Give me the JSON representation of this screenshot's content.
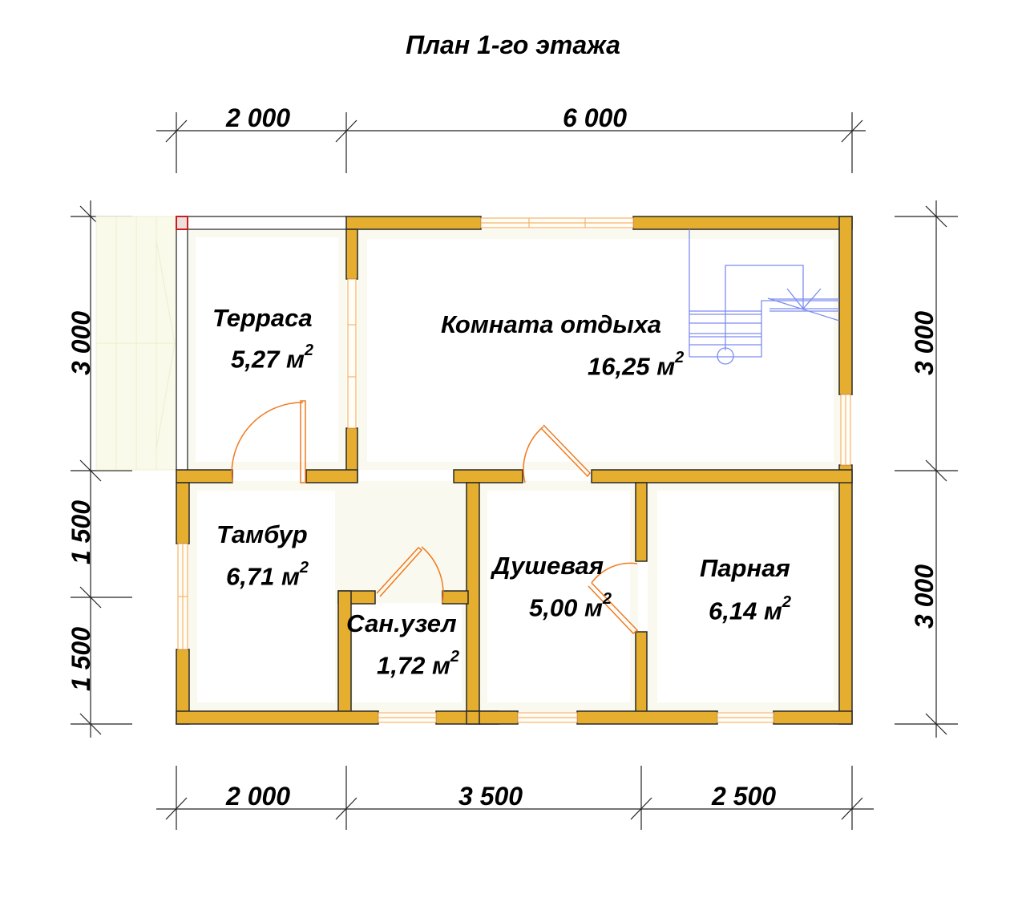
{
  "title": "План 1-го этажа",
  "dimensions": {
    "top": [
      "2 000",
      "6 000"
    ],
    "bottom": [
      "2 000",
      "3 500",
      "2 500"
    ],
    "left": [
      "3 000",
      "1 500",
      "1 500"
    ],
    "right": [
      "3 000",
      "3 000"
    ]
  },
  "rooms": [
    {
      "name": "Терраса",
      "area": "5,27 м",
      "unit_sup": "2"
    },
    {
      "name": "Комната отдыха",
      "area": "16,25 м",
      "unit_sup": "2"
    },
    {
      "name": "Тамбур",
      "area": "6,71 м",
      "unit_sup": "2"
    },
    {
      "name": "Сан.узел",
      "area": "1,72 м",
      "unit_sup": "2"
    },
    {
      "name": "Душевая",
      "area": "5,00 м",
      "unit_sup": "2"
    },
    {
      "name": "Парная",
      "area": "6,14 м",
      "unit_sup": "2"
    }
  ],
  "colors": {
    "wall": "#E5AE2E",
    "wall_outline": "#2a2a2a",
    "floor": "#FAF9F0",
    "door": "#F07A1E",
    "window": "#F7B46A",
    "stairs": "#7C8CF0",
    "dimension_line": "#222222",
    "post": "#C81E1E"
  }
}
